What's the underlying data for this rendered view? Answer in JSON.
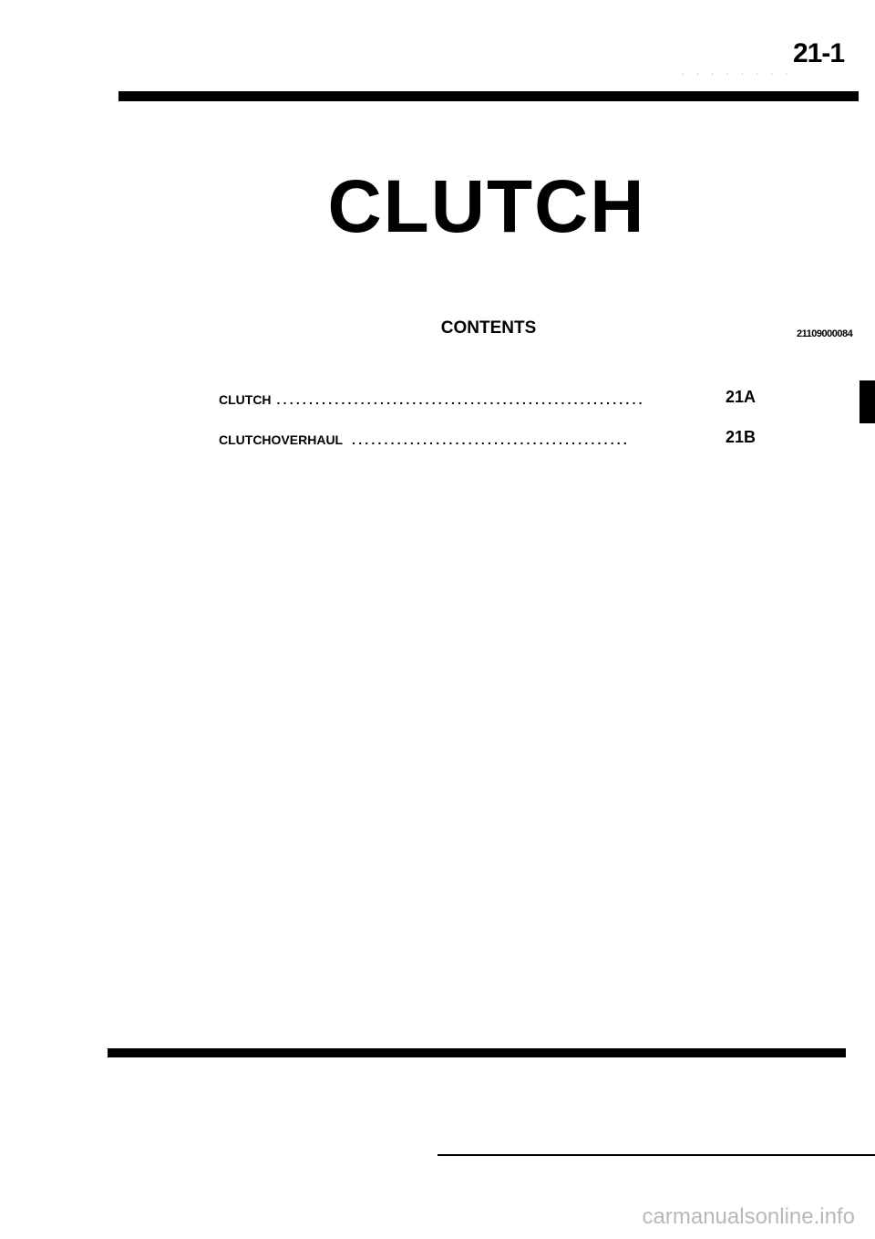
{
  "header": {
    "page_number": "21-1"
  },
  "title": "CLUTCH",
  "contents": {
    "heading": "CONTENTS",
    "doc_code": "21109000084",
    "entries": [
      {
        "label": "CLUTCH",
        "ref": "21A"
      },
      {
        "label": "CLUTCHOVERHAUL",
        "ref": "21B"
      }
    ]
  },
  "footer": {
    "watermark": "carmanualsonline.info"
  }
}
